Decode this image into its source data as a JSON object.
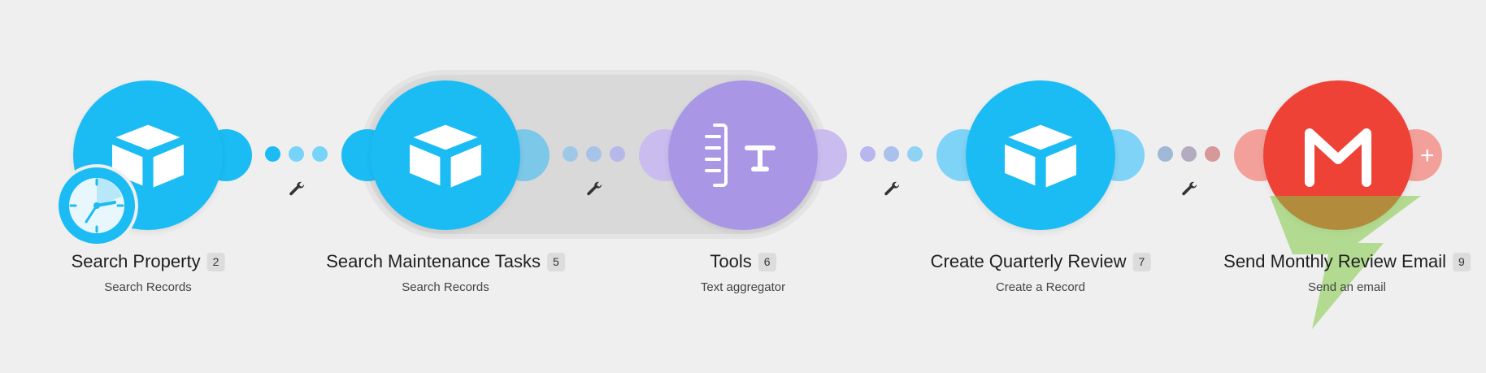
{
  "colors": {
    "airtable": "#1bbcf4",
    "tools": "#a997e6",
    "gmail": "#ef4237",
    "background": "#efefef",
    "group": "#d9d9d9",
    "overlay": "#7fc944"
  },
  "modules": [
    {
      "title": "Search Property",
      "id": "2",
      "subtitle": "Search Records",
      "icon": "airtable-icon",
      "trigger_icon": "clock-icon"
    },
    {
      "title": "Search Maintenance Tasks",
      "id": "5",
      "subtitle": "Search Records",
      "icon": "airtable-icon"
    },
    {
      "title": "Tools",
      "id": "6",
      "subtitle": "Text aggregator",
      "icon": "text-aggregator-icon"
    },
    {
      "title": "Create Quarterly Review",
      "id": "7",
      "subtitle": "Create a Record",
      "icon": "airtable-icon"
    },
    {
      "title": "Send Monthly Review Email",
      "id": "9",
      "subtitle": "Send an email",
      "icon": "gmail-icon"
    }
  ],
  "connectors": [
    {
      "icon": "wrench-icon"
    },
    {
      "icon": "wrench-icon"
    },
    {
      "icon": "wrench-icon"
    },
    {
      "icon": "wrench-icon"
    }
  ],
  "add_module": {
    "label": "+"
  }
}
